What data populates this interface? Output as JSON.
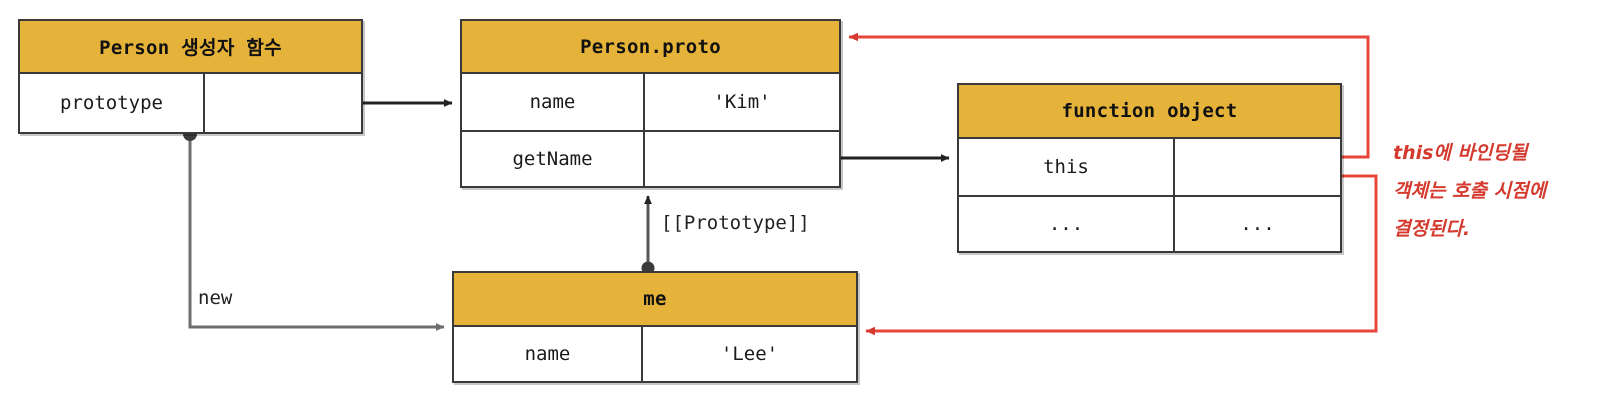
{
  "colors": {
    "header_fill": "#e5b23a",
    "stroke": "#3a3a3a",
    "accent_red": "#d43a2e",
    "background": "#ffffff"
  },
  "objects": [
    {
      "id": "person-constructor",
      "title": "Person 생성자 함수",
      "rows": [
        {
          "key": "prototype",
          "value": "",
          "value_is_pointer": true
        }
      ]
    },
    {
      "id": "person-prototype",
      "title": "Person.proto",
      "rows": [
        {
          "key": "name",
          "value": "'Kim'",
          "value_is_pointer": false
        },
        {
          "key": "getName",
          "value": "",
          "value_is_pointer": true
        }
      ]
    },
    {
      "id": "function-object",
      "title": "function object",
      "rows": [
        {
          "key": "this",
          "value": "",
          "value_is_pointer": true
        },
        {
          "key": "...",
          "value": "...",
          "value_is_pointer": false
        }
      ]
    },
    {
      "id": "me-object",
      "title": "me",
      "rows": [
        {
          "key": "name",
          "value": "'Lee'",
          "value_is_pointer": false
        }
      ]
    }
  ],
  "edge_labels": {
    "prototype_link": "[[Prototype]]",
    "new_link": "new"
  },
  "annotation": {
    "lines": [
      "this에 바인딩될",
      "객체는 호출 시점에",
      "결정된다."
    ]
  }
}
